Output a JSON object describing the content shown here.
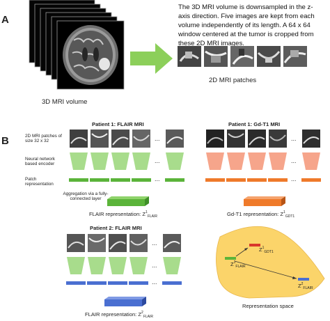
{
  "panel_a": {
    "letter": "A",
    "volume_label": "3D MRI volume",
    "description": "The 3D MRI volume is downsampled in the z-axis direction. Five images are kept from each volume independently of its length. A 64 x 64 window centered at the tumor is cropped from these 2D MRI images.",
    "patches_label": "2D MRI patches"
  },
  "panel_b": {
    "letter": "B",
    "patient1_flair_title": "Patient 1: FLAIR MRI",
    "patient1_gdt1_title": "Patient 1: Gd-T1 MRI",
    "patient2_flair_title": "Patient 2: FLAIR MRI",
    "row_labels": {
      "patches": "2D MRI patches of size 32 x 32",
      "encoder": "Neural network based encoder",
      "patch_rep": "Patch representation"
    },
    "aggregation_label": "Aggregation via a fully-connected layer",
    "ellipsis": "...",
    "flair_rep_p1": {
      "prefix": "FLAIR representation: Z",
      "sup": "1",
      "sub": "FLAIR"
    },
    "gdt1_rep_p1": {
      "prefix": "Gd-T1 representation: Z",
      "sup": "1",
      "sub": "GDT1"
    },
    "flair_rep_p2": {
      "prefix": "FLAIR representation: Z",
      "sup": "2",
      "sub": "FLAIR"
    },
    "space": {
      "label": "Representation space",
      "z1_gdt1": {
        "base": "Z",
        "sup": "1",
        "sub": "GDT1"
      },
      "z1_flair": {
        "base": "Z",
        "sup": "1",
        "sub": "FLAIR"
      },
      "z2_flair": {
        "base": "Z",
        "sup": "2",
        "sub": "FLAIR"
      }
    }
  },
  "colors": {
    "arrow_green": "#8ccf5a",
    "encoder_green": "#a8dc8c",
    "encoder_salmon": "#f6a58b",
    "patch_green": "#5bb43a",
    "patch_orange": "#ef7a2a",
    "patch_blue": "#4a6fd1",
    "space_fill": "#fbd46a",
    "rep_red": "#d9372b"
  }
}
